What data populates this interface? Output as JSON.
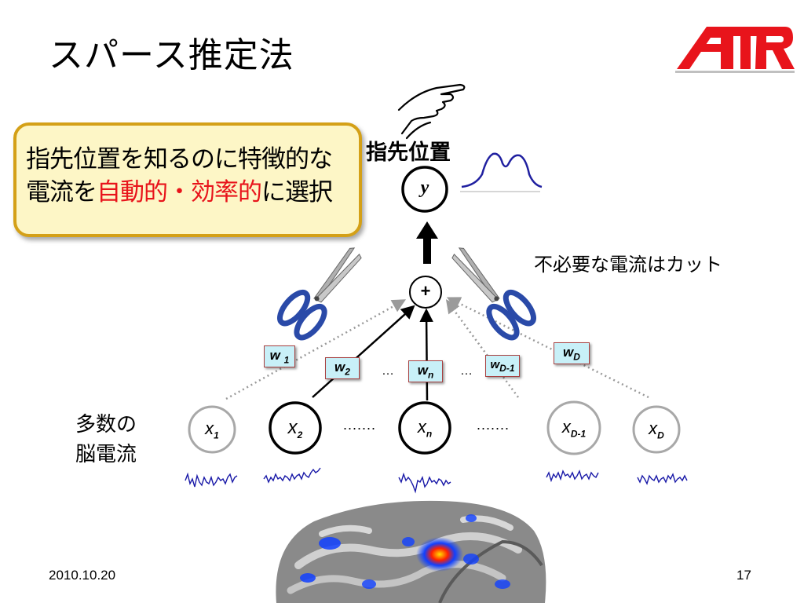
{
  "title": "スパース推定法",
  "logo_text": "ATR",
  "callout": {
    "line1": "指先位置を知るのに特徴的な",
    "line2_prefix": "電流を",
    "line2_highlight": "自動的・効率的",
    "line2_suffix": "に選択"
  },
  "fingertip_label": "指先位置",
  "output_node": "y",
  "sum_node": "+",
  "cut_label": "不必要な電流はカット",
  "brain_label": {
    "line1": "多数の",
    "line2": "脳電流"
  },
  "nodes": [
    {
      "main": "x",
      "sub": "1"
    },
    {
      "main": "x",
      "sub": "2"
    },
    {
      "main": "x",
      "sub": "n"
    },
    {
      "main": "x",
      "sub": "D-1"
    },
    {
      "main": "x",
      "sub": "D"
    }
  ],
  "weights": [
    {
      "main": "w",
      "sub": "1"
    },
    {
      "main": "w",
      "sub": "2"
    },
    {
      "main": "w",
      "sub": "n"
    },
    {
      "main": "w",
      "sub": "D-1"
    },
    {
      "main": "w",
      "sub": "D"
    }
  ],
  "ellipsis_short": "…",
  "ellipsis_long": ".......",
  "footer": {
    "date": "2010.10.20",
    "page": "17"
  },
  "colors": {
    "highlight": "#e8141b",
    "callout_bg": "#fdf6c6",
    "callout_border": "#d4a017",
    "weight_box": "#c8f0f8",
    "signal": "#1a1aa8",
    "logo": "#e8141b",
    "inactive_node": "#a8a8a8"
  },
  "icons": [
    "pointing-hand-icon",
    "scissors-icon",
    "brain-map-icon",
    "atr-logo-icon"
  ]
}
